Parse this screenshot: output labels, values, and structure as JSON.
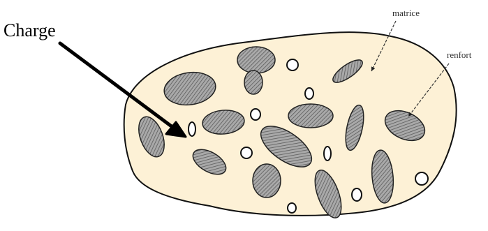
{
  "labels": {
    "charge": "Charge",
    "matrice": "matrice",
    "renfort": "renfort"
  },
  "colors": {
    "matrix_fill": "#fdf1d6",
    "outline": "#111111",
    "reinforcement_fill": "#a9a9a9",
    "hatch_line": "#5a5a5a",
    "filler_fill": "#ffffff"
  }
}
